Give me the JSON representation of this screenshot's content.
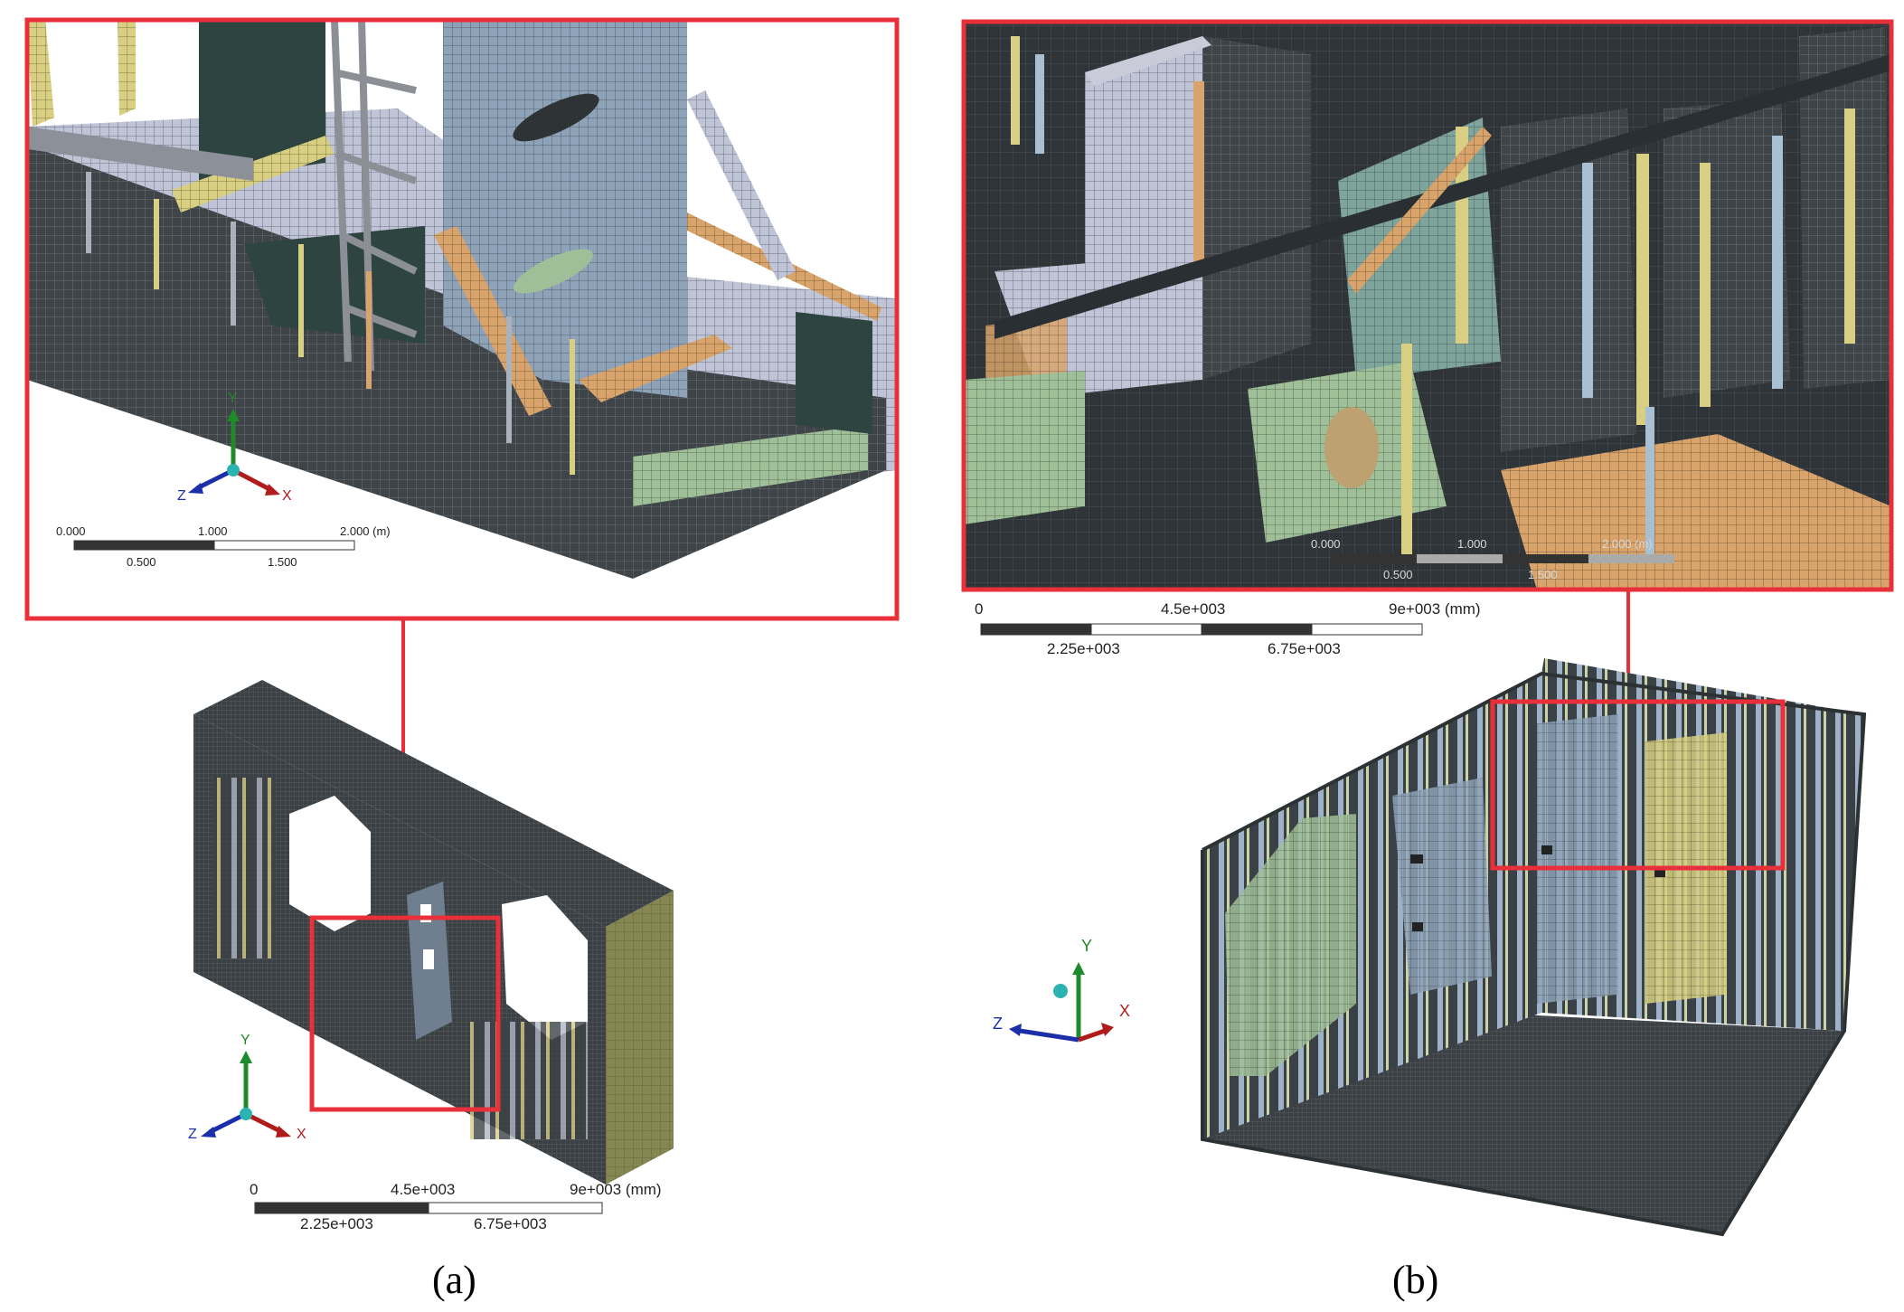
{
  "panels": [
    {
      "label": "(a)",
      "zoom_scale": {
        "ticks_top": [
          "0.000",
          "1.000",
          "2.000 (m)"
        ],
        "ticks_bottom": [
          "0.500",
          "1.500"
        ]
      },
      "main_scale": {
        "ticks_top": [
          "0",
          "4.5e+003",
          "9e+003 (mm)"
        ],
        "ticks_bottom": [
          "2.25e+003",
          "6.75e+003"
        ]
      },
      "axes": {
        "y": "Y",
        "x": "X",
        "z": "Z"
      }
    },
    {
      "label": "(b)",
      "zoom_scale": {
        "ticks_top": [
          "0.000",
          "1.000",
          "2.000 (m)"
        ],
        "ticks_bottom": [
          "0.500",
          "1.500"
        ]
      },
      "main_scale": {
        "ticks_top": [
          "0",
          "4.5e+003",
          "9e+003 (mm)"
        ],
        "ticks_bottom": [
          "2.25e+003",
          "6.75e+003"
        ]
      },
      "axes": {
        "y": "Y",
        "x": "X",
        "z": "Z"
      }
    }
  ],
  "colors": {
    "highlight_frame": "#e8303a",
    "mesh_dark": "#3c4246",
    "mesh_blue": "#8ea3b8",
    "mesh_yellow": "#d8cf82",
    "mesh_orange": "#d9a46b",
    "mesh_green": "#9fbf98",
    "axis_y": "#1f8a2a",
    "axis_x": "#b01c1c",
    "axis_z": "#1c2fa8"
  }
}
